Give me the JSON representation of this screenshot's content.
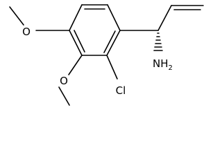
{
  "molecule": {
    "atoms": {
      "oxygen_top": "O",
      "oxygen_bottom": "O",
      "chlorine": "Cl",
      "amine": "NH",
      "amine_subscript": "2"
    }
  },
  "colors": {
    "bond": "#000000",
    "text": "#000000",
    "background": "#ffffff"
  }
}
